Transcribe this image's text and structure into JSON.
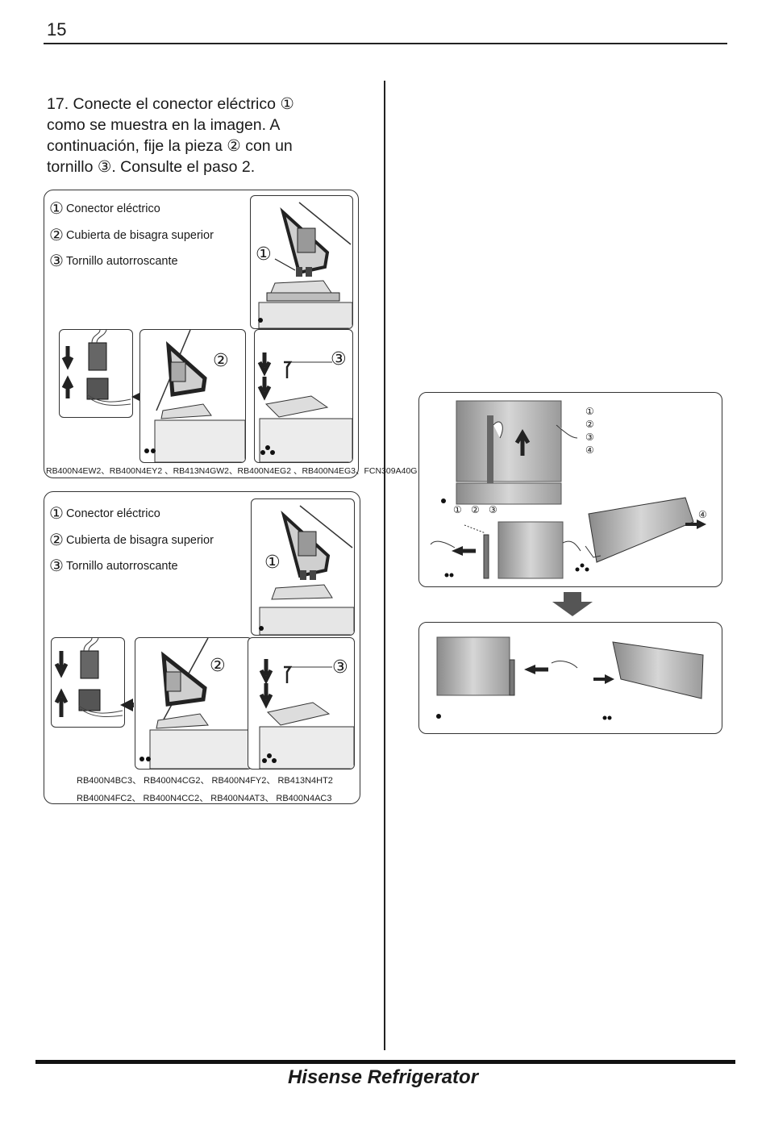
{
  "page": {
    "number": "15",
    "footer": "Hisense Refrigerator"
  },
  "step": {
    "text_line1": "17. Conecte el conector eléctrico ①",
    "text_line2": "como se muestra en la imagen. A",
    "text_line3": "continuación, fije la pieza ② con un",
    "text_line4": "tornillo ③. Consulte el paso 2."
  },
  "legend": [
    {
      "num": "①",
      "label": "Conector eléctrico"
    },
    {
      "num": "②",
      "label": "Cubierta de bisagra superior"
    },
    {
      "num": "③",
      "label": "Tornillo autorroscante"
    }
  ],
  "panel1": {
    "models": "RB400N4EW2、RB400N4EY2 、RB413N4GW2、RB400N4EG2 、RB400N4EG3、FCN309A40G"
  },
  "panel2": {
    "models_line1": "RB400N4BC3、 RB400N4CG2、 RB400N4FY2、 RB413N4HT2",
    "models_line2": "RB400N4FC2、 RB400N4CC2、 RB400N4AT3、 RB400N4AC3"
  },
  "callouts": {
    "one": "①",
    "two": "②",
    "three": "③",
    "four": "④",
    "dot1": "●",
    "dot2": "●●",
    "dot3": "●\n●●"
  },
  "right_figure": {
    "number_list": [
      "①",
      "②",
      "③",
      "④"
    ],
    "handle_labels": [
      "①",
      "②",
      "③"
    ],
    "side_label": "④"
  }
}
